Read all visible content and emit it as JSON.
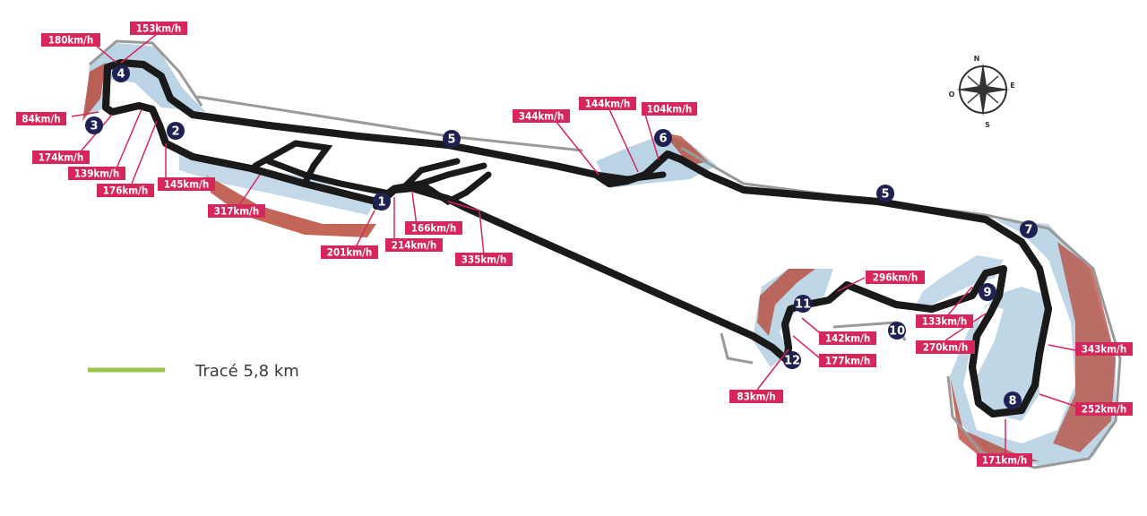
{
  "legend": {
    "label": "Tracé 5,8 km",
    "color": "#9ac54a"
  },
  "compass": {
    "north": "N",
    "east": "E",
    "south": "S",
    "west": "O"
  },
  "colors": {
    "track": "#9ac54a",
    "runoff": "#a9c8de",
    "gravel": "#b84a3a",
    "asphalt": "#1a1a1a",
    "label": "#d6265a",
    "turn": "#1e2152"
  },
  "turns": [
    "4",
    "3",
    "2",
    "1",
    "5",
    "6",
    "5",
    "7",
    "9",
    "11",
    "10",
    "12",
    "8"
  ],
  "speeds": [
    "180km/h",
    "153km/h",
    "84km/h",
    "174km/h",
    "139km/h",
    "176km/h",
    "145km/h",
    "317km/h",
    "201km/h",
    "214km/h",
    "166km/h",
    "335km/h",
    "344km/h",
    "144km/h",
    "104km/h",
    "296km/h",
    "133km/h",
    "270km/h",
    "142km/h",
    "177km/h",
    "83km/h",
    "343km/h",
    "252km/h",
    "171km/h"
  ]
}
